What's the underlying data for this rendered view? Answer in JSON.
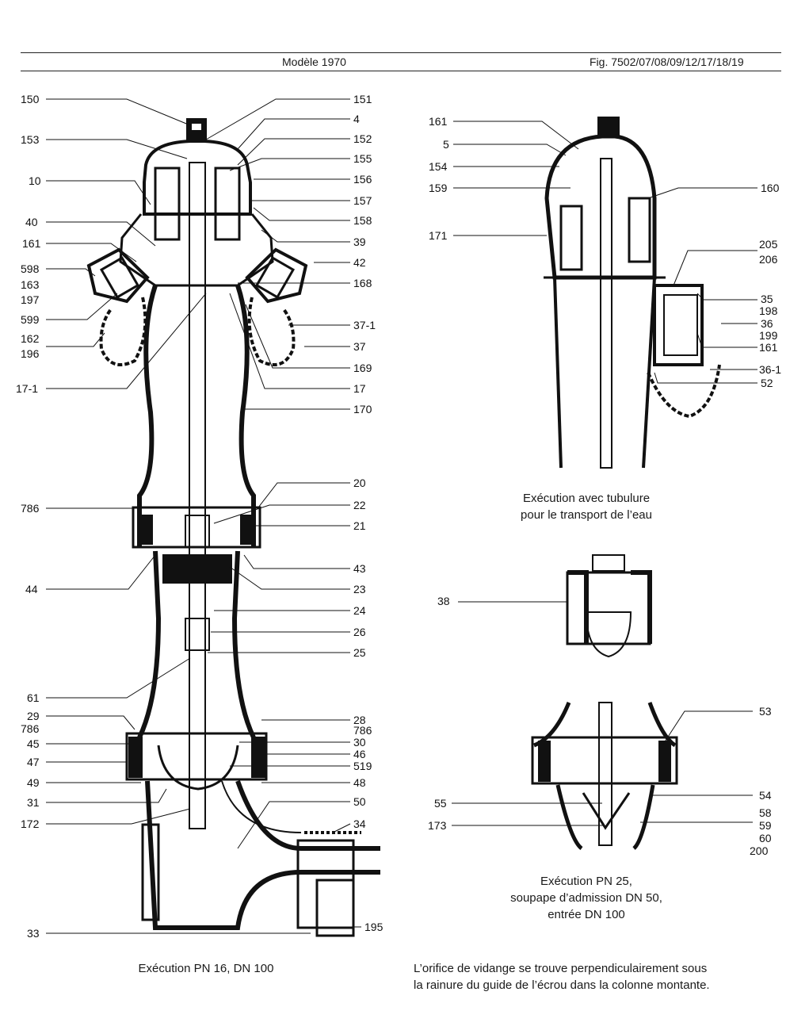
{
  "header": {
    "model": "Modèle 1970",
    "figure": "Fig. 7502/07/08/09/12/17/18/19"
  },
  "captions": {
    "main": "Exécution PN 16, DN 100",
    "tubulure_l1": "Exécution avec tubulure",
    "tubulure_l2": "pour le transport de l’eau",
    "pn25_l1": "Exécution PN 25,",
    "pn25_l2": "soupape d’admission DN 50,",
    "pn25_l3": "entrée DN 100",
    "note_l1": "L’orifice de vidange se trouve perpendiculairement sous",
    "note_l2": "la rainure du guide de l’écrou dans la colonne montante."
  },
  "labels": {
    "main_left": [
      "150",
      "153",
      "10",
      "40",
      "161",
      "598",
      "163",
      "197",
      "599",
      "162",
      "196",
      "17-1",
      "786",
      "44",
      "61",
      "29",
      "786",
      "45",
      "47",
      "49",
      "31",
      "172",
      "33"
    ],
    "main_right": [
      "151",
      "4",
      "152",
      "155",
      "156",
      "157",
      "158",
      "39",
      "42",
      "168",
      "37-1",
      "37",
      "169",
      "17",
      "170",
      "20",
      "22",
      "21",
      "43",
      "23",
      "24",
      "26",
      "25",
      "28",
      "786",
      "30",
      "46",
      "519",
      "48",
      "50",
      "34",
      "195"
    ],
    "tub_left": [
      "161",
      "5",
      "154",
      "159",
      "171"
    ],
    "tub_right": [
      "160",
      "205",
      "206",
      "35",
      "198",
      "36",
      "199",
      "161",
      "36-1",
      "52"
    ],
    "detail": [
      "38"
    ],
    "pn25_left": [
      "55",
      "173"
    ],
    "pn25_right": [
      "53",
      "54",
      "58",
      "59",
      "60",
      "200"
    ]
  }
}
